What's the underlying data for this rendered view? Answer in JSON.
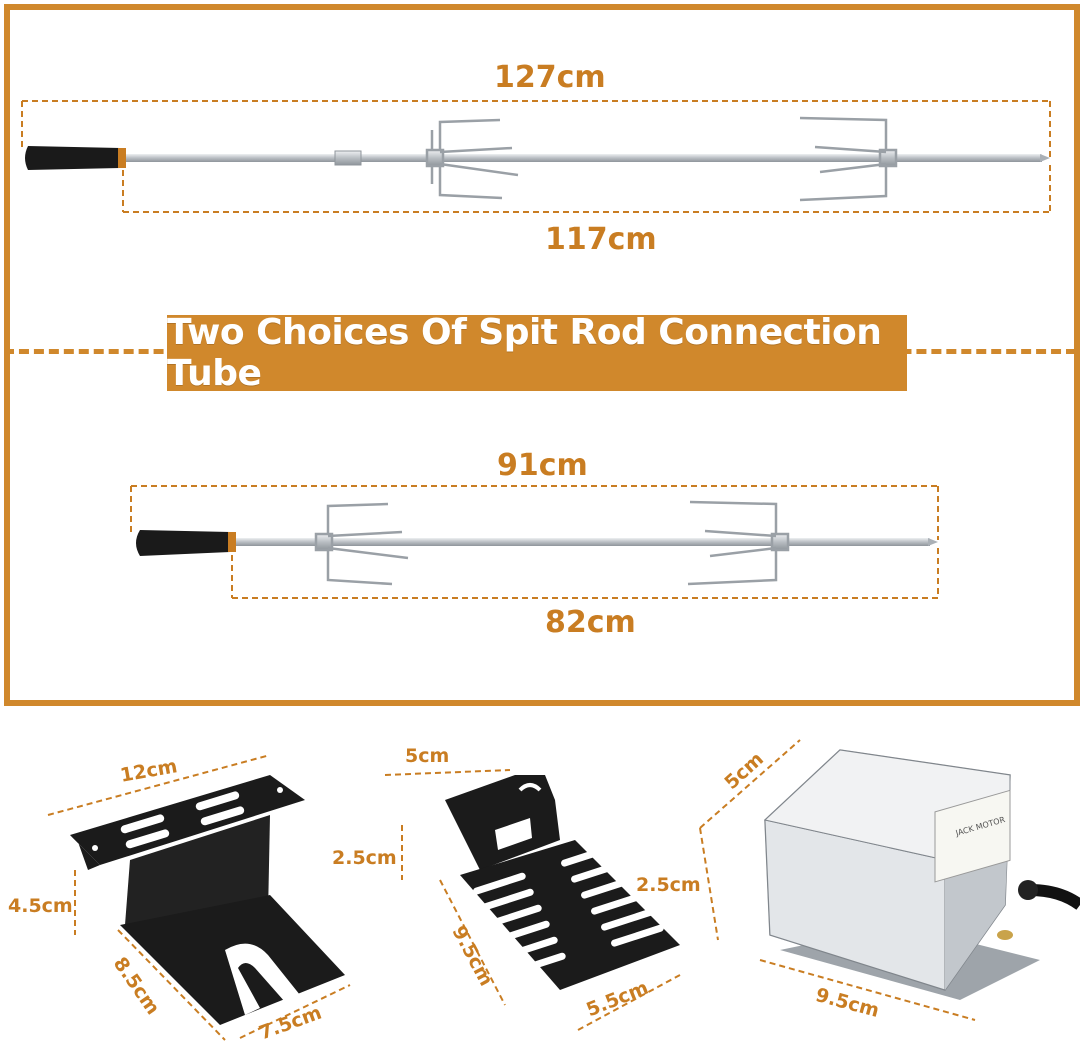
{
  "banner": {
    "text": "Two Choices Of Spit Rod Connection Tube"
  },
  "rod_long": {
    "overall": "127cm",
    "shaft": "117cm"
  },
  "rod_short": {
    "overall": "91cm",
    "shaft": "82cm"
  },
  "bracket_a": {
    "width": "12cm",
    "height": "4.5cm",
    "depth": "8.5cm",
    "base": "7.5cm"
  },
  "bracket_b": {
    "top": "5cm",
    "height": "2.5cm",
    "length": "9.5cm",
    "width": "5.5cm"
  },
  "motor": {
    "depth": "5cm",
    "height": "2.5cm",
    "length": "9.5cm",
    "label_brand": "JACK MOTOR"
  },
  "colors": {
    "accent": "#d0882c",
    "label": "#c97d22",
    "steel": "#c8ccd0",
    "black": "#1a1a1a"
  }
}
